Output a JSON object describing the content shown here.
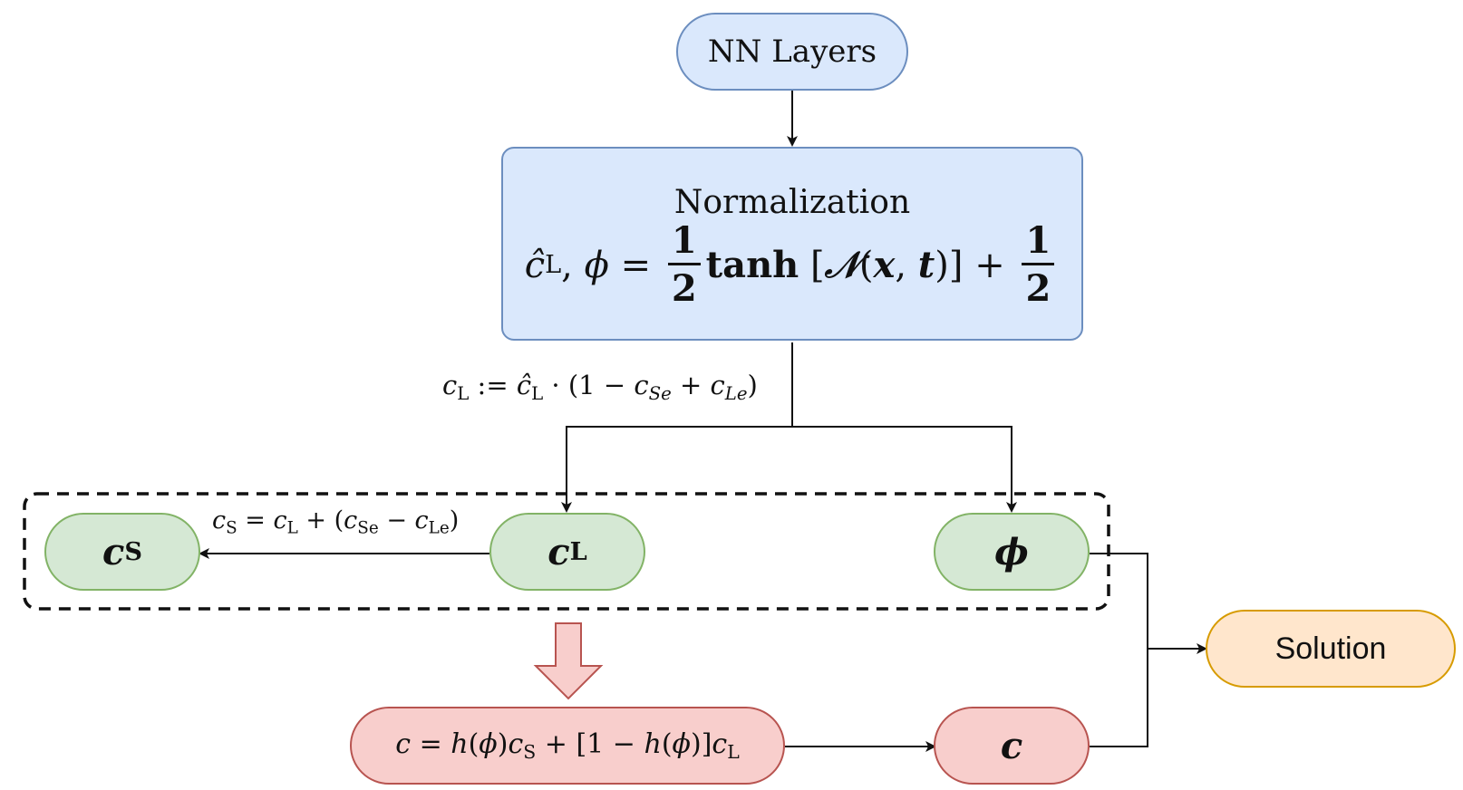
{
  "nodes": {
    "nn_layers": "NN Layers",
    "normalization_title": "Normalization",
    "solution": "Solution"
  },
  "formula": {
    "lhs_c": "ĉ",
    "sub_L": "L",
    "comma": ", ",
    "phi": "ϕ",
    "eq": " = ",
    "one": "1",
    "two": "2",
    "tanh": "tanh",
    "lbr": " [",
    "calN": "𝒩",
    "lparen": "(",
    "x": "x",
    "comma2": ", ",
    "t": "t",
    "rparen": ")",
    "rbr": "] + "
  },
  "edge_labels": {
    "cl_def": {
      "c": "c",
      "L": "L",
      "assign": " := ",
      "chat": "ĉ",
      "L2": "L",
      "rest_a": " · (1 − ",
      "c2": "c",
      "Se": "Se",
      "plus": " + ",
      "c3": "c",
      "Le": "Le",
      "close": ")"
    },
    "cs_def": {
      "c": "c",
      "S": "S",
      "eq": " = ",
      "c2": "c",
      "L": "L",
      "mid": " + (",
      "c3": "c",
      "Se": "Se",
      "minus": " − ",
      "c4": "c",
      "Le": "Le",
      "close": ")"
    }
  },
  "vars": {
    "cs": {
      "c": "c",
      "sub": "S"
    },
    "cl": {
      "c": "c",
      "sub": "L"
    },
    "phi": "ϕ",
    "c": "c"
  },
  "mixing": {
    "c": "c",
    "eq": " = ",
    "h": "h",
    "p1": "(",
    "phi": "ϕ",
    "p2": ")",
    "c2": "c",
    "S": "S",
    "mid": " + [1 − ",
    "h2": "h",
    "p3": "(",
    "phi2": "ϕ",
    "p4": ")]",
    "c3": "c",
    "L": "L"
  },
  "colors": {
    "blue_fill": "#dae8fc",
    "blue_stroke": "#6c8ebf",
    "green_fill": "#d5e8d4",
    "green_stroke": "#82b366",
    "red_fill": "#f8cecc",
    "red_stroke": "#b85450",
    "orange_fill": "#ffe6cc",
    "orange_stroke": "#d79b00"
  }
}
